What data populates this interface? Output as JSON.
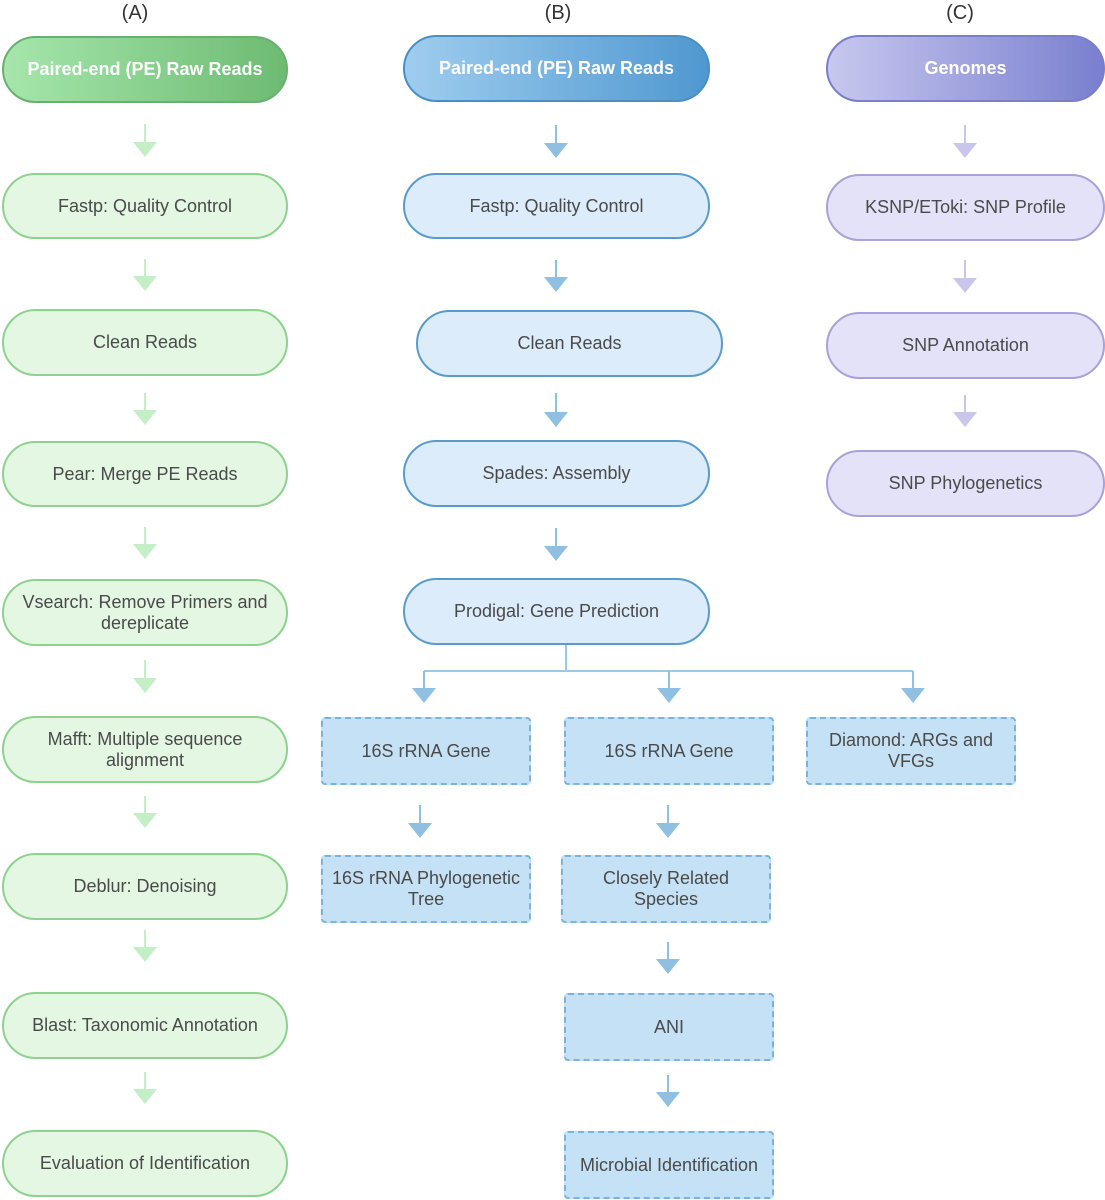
{
  "panels": {
    "a": {
      "label": "(A)",
      "steps": [
        "Paired-end (PE) Raw Reads",
        "Fastp: Quality Control",
        "Clean Reads",
        "Pear: Merge PE Reads",
        "Vsearch: Remove Primers and dereplicate",
        "Mafft: Multiple sequence alignment",
        "Deblur: Denoising",
        "Blast: Taxonomic Annotation",
        "Evaluation of Identification"
      ]
    },
    "b": {
      "label": "(B)",
      "steps": [
        "Paired-end (PE) Raw Reads",
        "Fastp: Quality Control",
        "Clean Reads",
        "Spades: Assembly",
        "Prodigal: Gene Prediction"
      ],
      "branch_left": [
        "16S rRNA Gene",
        "16S rRNA Phylogenetic Tree"
      ],
      "branch_middle": [
        "16S rRNA Gene",
        "Closely Related Species",
        "ANI",
        "Microbial Identification"
      ],
      "branch_right": [
        "Diamond: ARGs and VFGs"
      ]
    },
    "c": {
      "label": "(C)",
      "steps": [
        "Genomes",
        "KSNP/EToki: SNP Profile",
        "SNP Annotation",
        "SNP Phylogenetics"
      ]
    }
  },
  "colors": {
    "green_arrow": "#c4efc6",
    "blue_arrow": "#8fc0e2",
    "purple_arrow": "#c9c6ee",
    "connector": "#9cc8e8"
  }
}
